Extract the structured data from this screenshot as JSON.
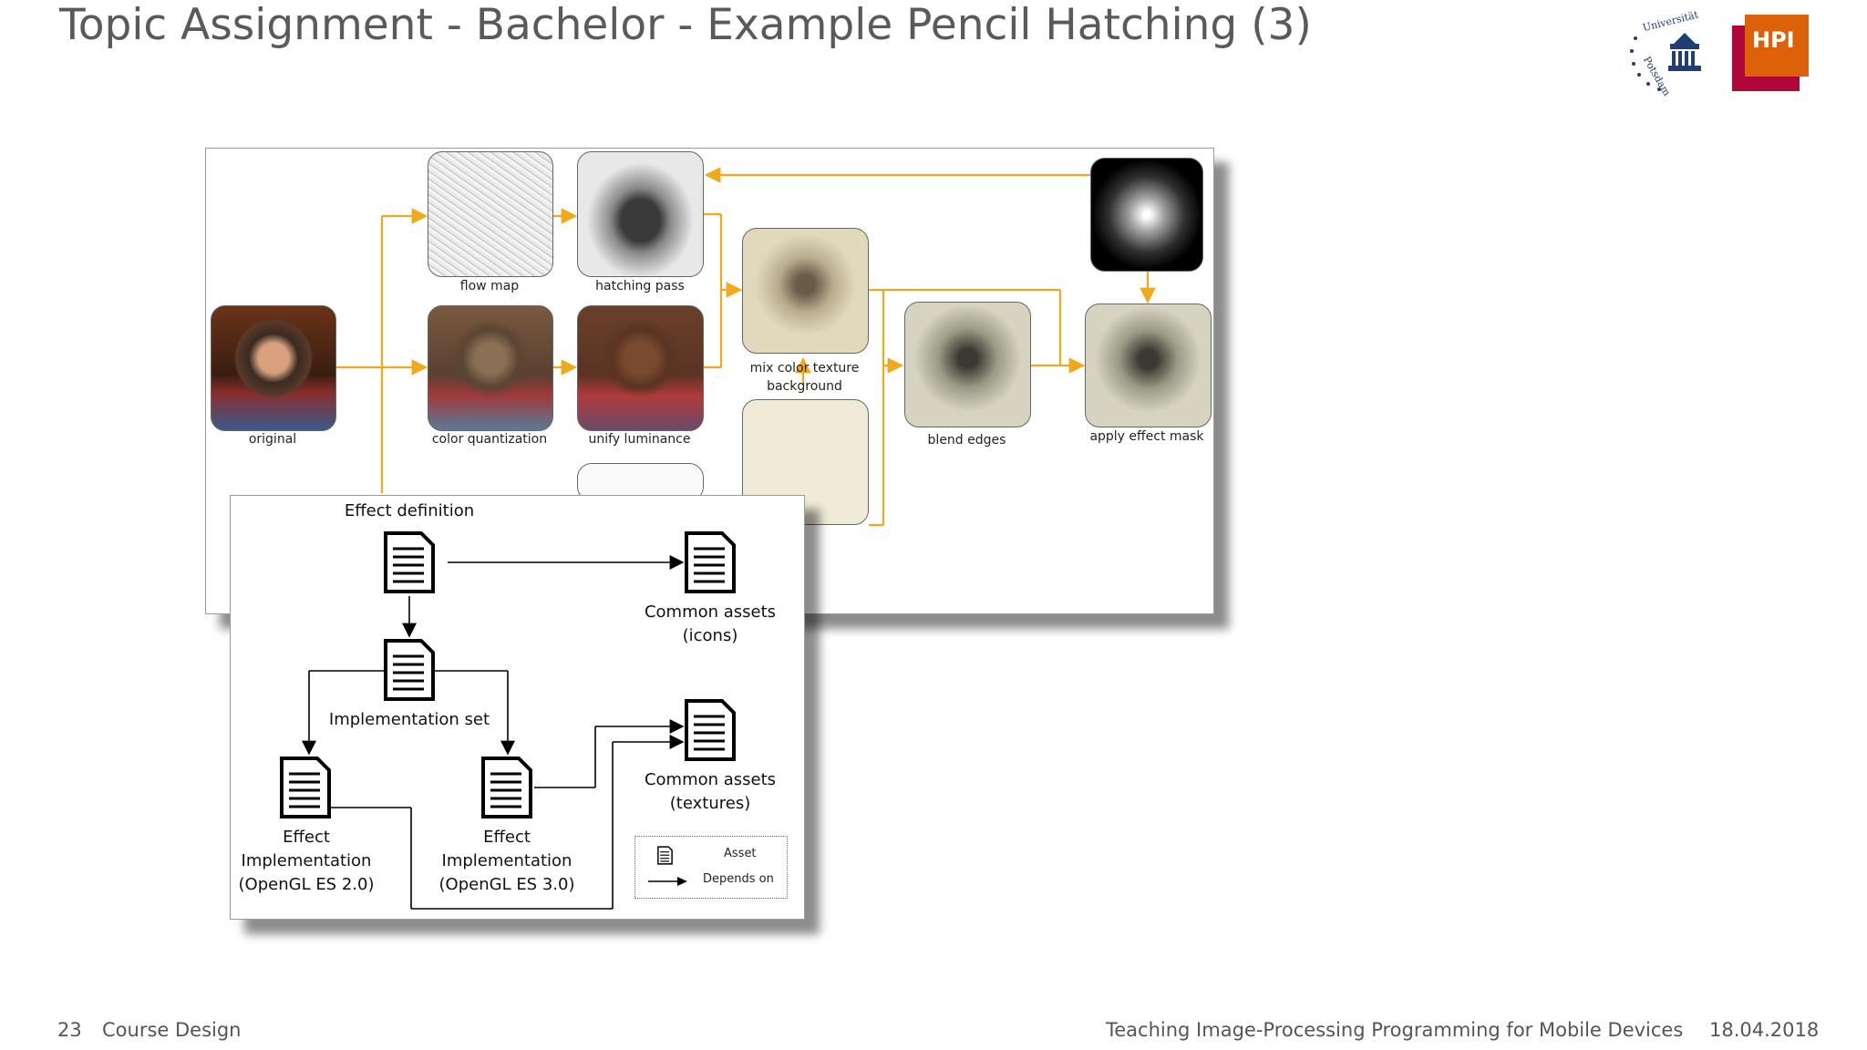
{
  "header": {
    "title": "Topic Assignment - Bachelor - Example Pencil Hatching (3)",
    "logo_university_text": "Universität Potsdam",
    "logo_hpi_text": "HPI"
  },
  "pipeline": {
    "nodes": {
      "original": "original",
      "flow_map": "flow map",
      "hatching_pass": "hatching pass",
      "color_quantization": "color quantization",
      "unify_luminance": "unify luminance",
      "mix_color_texture_line1": "mix color texture",
      "mix_color_texture_line2": "background",
      "blend_edges": "blend edges",
      "apply_effect_mask": "apply effect mask"
    },
    "colors": {
      "arrow": "#f0a91c"
    }
  },
  "effect_diagram": {
    "effect_definition": "Effect definition",
    "common_assets_icons_line1": "Common assets",
    "common_assets_icons_line2": "(icons)",
    "implementation_set": "Implementation set",
    "common_assets_textures_line1": "Common assets",
    "common_assets_textures_line2": "(textures)",
    "impl_es2_line1": "Effect",
    "impl_es2_line2": "Implementation",
    "impl_es2_line3": "(OpenGL ES 2.0)",
    "impl_es3_line1": "Effect",
    "impl_es3_line2": "Implementation",
    "impl_es3_line3": "(OpenGL ES 3.0)",
    "legend": {
      "asset": "Asset",
      "depends_on": "Depends on"
    }
  },
  "footer": {
    "page_number": "23",
    "section": "Course Design",
    "course_title": "Teaching Image-Processing Programming for Mobile Devices",
    "date": "18.04.2018"
  }
}
